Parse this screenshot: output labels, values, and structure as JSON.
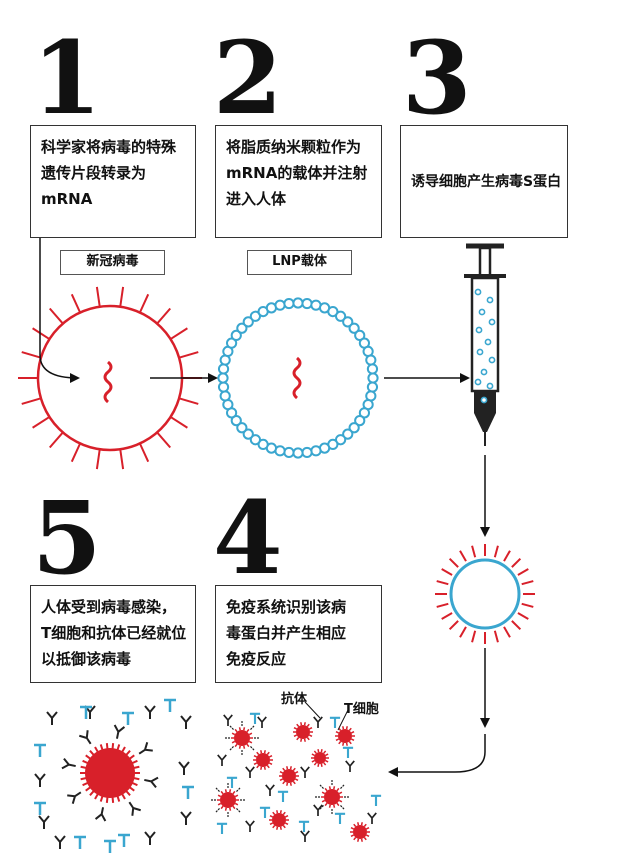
{
  "steps": [
    {
      "number": "1",
      "lines": [
        "科学家将病毒的特殊",
        "遗传片段转录为",
        "mRNA"
      ]
    },
    {
      "number": "2",
      "lines": [
        "将脂质纳米颗粒作为",
        "mRNA的载体并注射",
        "进入人体"
      ]
    },
    {
      "number": "3",
      "lines": [
        "诱导细胞产生病毒S蛋白"
      ]
    },
    {
      "number": "4",
      "lines": [
        "免疫系统识别该病",
        "毒蛋白并产生相应",
        "免疫反应"
      ]
    },
    {
      "number": "5",
      "lines": [
        "人体受到病毒感染，",
        "T细胞和抗体已经就位",
        "以抵御该病毒"
      ]
    }
  ],
  "labels": {
    "virus": "新冠病毒",
    "lnp": "LNP载体",
    "antibody": "抗体",
    "tcell": "T细胞"
  },
  "colors": {
    "virus_red": "#d8202a",
    "lnp_blue": "#3aa6cf",
    "antibody_black": "#222222",
    "tcell_blue": "#3aa6cf"
  },
  "icons": [
    "virus-icon",
    "lnp-particle-icon",
    "mrna-strand-icon",
    "syringe-icon",
    "spike-cell-icon",
    "antibody-icon",
    "t-cell-icon",
    "arrow-icon"
  ]
}
